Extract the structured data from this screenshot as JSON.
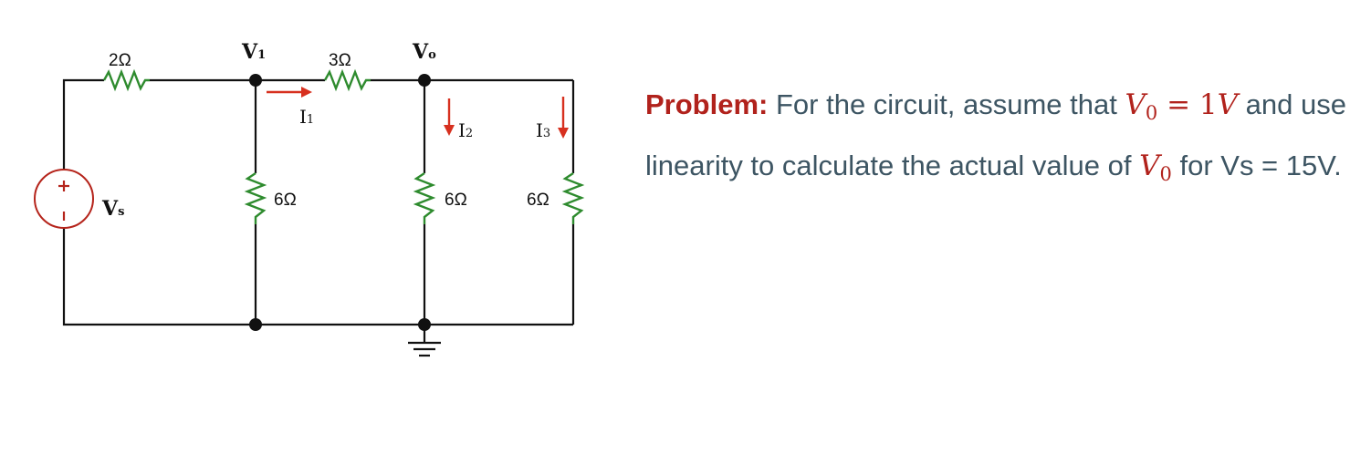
{
  "circuit": {
    "labels": {
      "r_left": "2Ω",
      "r_mid": "3Ω",
      "r_v1": "6Ω",
      "r_vo": "6Ω",
      "r_right": "6Ω",
      "v1_main": "V",
      "v1_sub": "1",
      "vo_main": "V",
      "vo_sub": "o",
      "i1_main": "I",
      "i1_sub": "1",
      "i2_main": "I",
      "i2_sub": "2",
      "i3_main": "I",
      "i3_sub": "3",
      "vs_main": "V",
      "vs_sub": "s",
      "src_plus": "+",
      "src_minus": "–"
    },
    "colors": {
      "wire": "#111111",
      "resistor": "#2e8b2e",
      "arrow": "#d7301f",
      "source": "#b5241b"
    }
  },
  "problem": {
    "label": "Problem:",
    "text1": " For the circuit, assume that ",
    "v0_symbol": "V",
    "v0_sub": "0",
    "eq": " = 1",
    "unit": "V",
    "text2": " and use linearity to calculate the actual value of ",
    "v0b_symbol": "V",
    "v0b_sub": "0",
    "text3": "  for Vs = 15V."
  }
}
